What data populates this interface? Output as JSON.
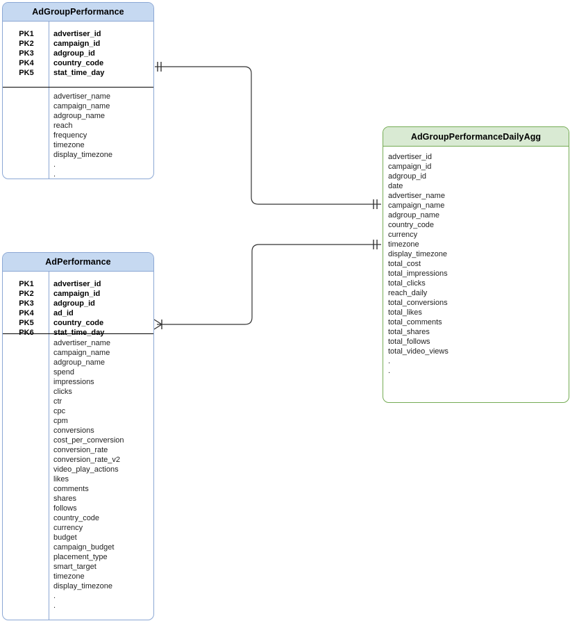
{
  "diagram": {
    "type": "entity-relationship-diagram",
    "background": "#ffffff",
    "palette": {
      "blue_header_fill": "#c6d9f1",
      "blue_border": "#8ba7d4",
      "green_header_fill": "#d9ead3",
      "green_border": "#74ab53",
      "line": "#333333",
      "text": "#222222"
    }
  },
  "entities": [
    {
      "id": "adgroup_performance",
      "title": "AdGroupPerformance",
      "color": "blue",
      "primary_keys": [
        {
          "label": "PK1",
          "field": "advertiser_id"
        },
        {
          "label": "PK2",
          "field": "campaign_id"
        },
        {
          "label": "PK3",
          "field": "adgroup_id"
        },
        {
          "label": "PK4",
          "field": "country_code"
        },
        {
          "label": "PK5",
          "field": "stat_time_day"
        }
      ],
      "attributes": [
        "advertiser_name",
        "campaign_name",
        "adgroup_name",
        "reach",
        "frequency",
        "timezone",
        "display_timezone"
      ],
      "continuation": [
        ".",
        "."
      ]
    },
    {
      "id": "ad_performance",
      "title": "AdPerformance",
      "color": "blue",
      "primary_keys": [
        {
          "label": "PK1",
          "field": "advertiser_id"
        },
        {
          "label": "PK2",
          "field": "campaign_id"
        },
        {
          "label": "PK3",
          "field": "adgroup_id"
        },
        {
          "label": "PK4",
          "field": "ad_id"
        },
        {
          "label": "PK5",
          "field": "country_code"
        },
        {
          "label": "PK6",
          "field": "stat_time_day"
        }
      ],
      "attributes": [
        "advertiser_name",
        "campaign_name",
        "adgroup_name",
        "spend",
        "impressions",
        "clicks",
        "ctr",
        "cpc",
        "cpm",
        "conversions",
        "cost_per_conversion",
        "conversion_rate",
        "conversion_rate_v2",
        "video_play_actions",
        "likes",
        "comments",
        "shares",
        "follows",
        "country_code",
        "currency",
        "budget",
        "campaign_budget",
        "placement_type",
        "smart_target",
        "timezone",
        "display_timezone"
      ],
      "continuation": [
        ".",
        "."
      ]
    },
    {
      "id": "adgroup_performance_daily_agg",
      "title": "AdGroupPerformanceDailyAgg",
      "color": "green",
      "primary_keys": [],
      "attributes": [
        "advertiser_id",
        "campaign_id",
        "adgroup_id",
        "date",
        "advertiser_name",
        "campaign_name",
        "adgroup_name",
        "country_code",
        "currency",
        "timezone",
        "display_timezone",
        "total_cost",
        "total_impressions",
        "total_clicks",
        "reach_daily",
        "total_conversions",
        "total_likes",
        "total_comments",
        "total_shares",
        "total_follows",
        "total_video_views"
      ],
      "continuation": [
        ".",
        "."
      ]
    }
  ],
  "relationships": [
    {
      "id": "rel-adgroup-to-agg",
      "from": "adgroup_performance",
      "to": "adgroup_performance_daily_agg",
      "from_cardinality": "one-and-only-one",
      "to_cardinality": "one-and-only-one"
    },
    {
      "id": "rel-ad-to-agg",
      "from": "ad_performance",
      "to": "adgroup_performance_daily_agg",
      "from_cardinality": "many",
      "to_cardinality": "one-and-only-one"
    }
  ]
}
